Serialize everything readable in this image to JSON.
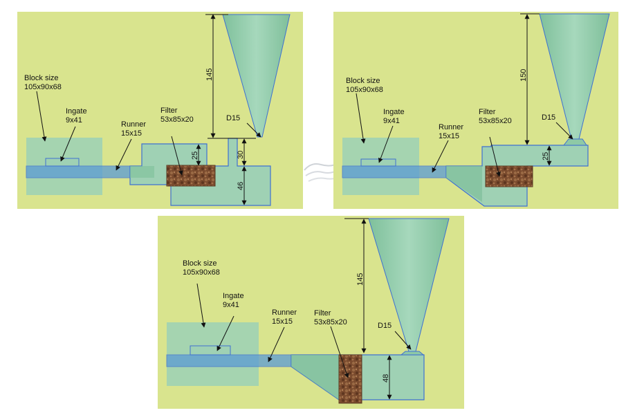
{
  "colors": {
    "background": "#d9e48e",
    "block": "#9fd1b4",
    "bar": "#5b9bd5",
    "outline": "#3f6fd1",
    "funnel": "#8ec9a6",
    "filter": "#7a4b2e",
    "arrow": "#111111"
  },
  "panels": [
    {
      "id": "top-left",
      "labels": {
        "block_title": "Block size",
        "block_value": "105x90x68",
        "ingate_title": "Ingate",
        "ingate_value": "9x41",
        "runner_title": "Runner",
        "runner_value": "15x15",
        "filter_title": "Filter",
        "filter_value": "53x85x20",
        "sprue_diameter": "D15"
      },
      "dimensions": {
        "height": "145",
        "neck": "30",
        "filter_drop": "25",
        "well": "46"
      }
    },
    {
      "id": "top-right",
      "labels": {
        "block_title": "Block size",
        "block_value": "105x90x68",
        "ingate_title": "Ingate",
        "ingate_value": "9x41",
        "runner_title": "Runner",
        "runner_value": "15x15",
        "filter_title": "Filter",
        "filter_value": "53x85x20",
        "sprue_diameter": "D15"
      },
      "dimensions": {
        "height": "150",
        "step": "25"
      }
    },
    {
      "id": "bottom",
      "labels": {
        "block_title": "Block size",
        "block_value": "105x90x68",
        "ingate_title": "Ingate",
        "ingate_value": "9x41",
        "runner_title": "Runner",
        "runner_value": "15x15",
        "filter_title": "Filter",
        "filter_value": "53x85x20",
        "sprue_diameter": "D15"
      },
      "dimensions": {
        "height": "145",
        "well": "48"
      }
    }
  ]
}
